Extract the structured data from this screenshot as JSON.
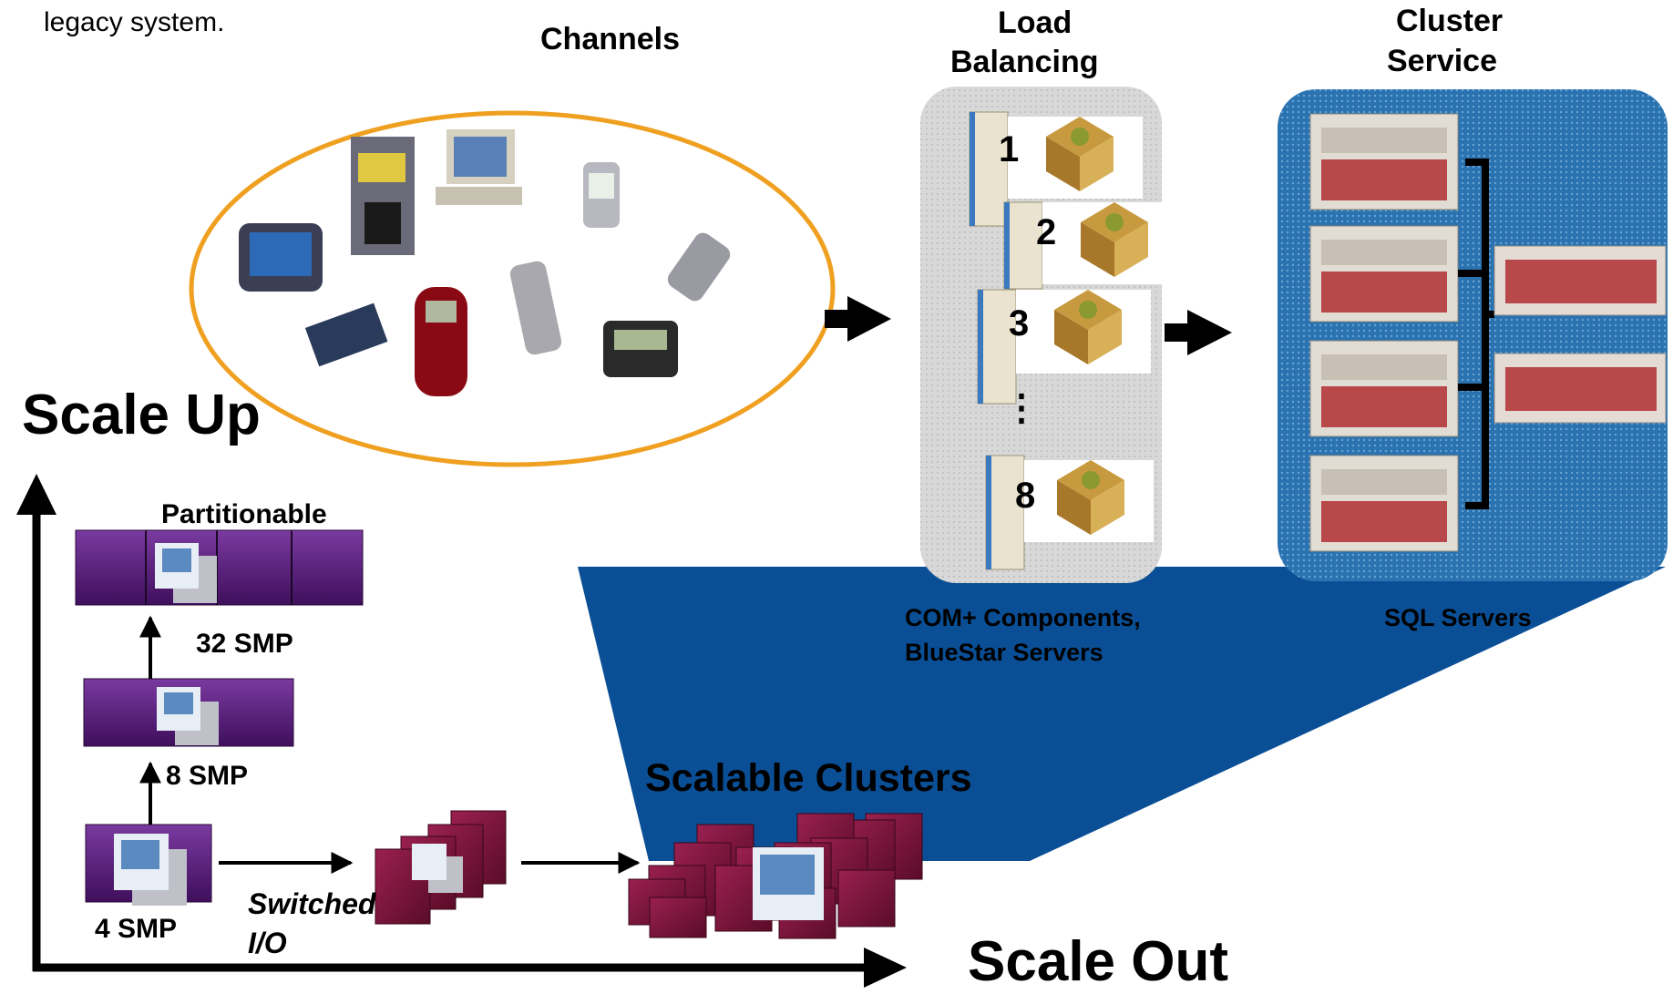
{
  "intro_fragment": "legacy system.",
  "sections": {
    "channels": "Channels",
    "load_balancing_line1": "Load",
    "load_balancing_line2": "Balancing",
    "cluster_service_line1": "Cluster",
    "cluster_service_line2": "Service"
  },
  "load_balancer_nodes": [
    "1",
    "2",
    "3",
    "8"
  ],
  "ellipsis": "⋮",
  "captions": {
    "com_line1": "COM+ Components,",
    "com_line2": "BlueStar Servers",
    "sql": "SQL Servers"
  },
  "axes": {
    "scale_up": "Scale Up",
    "scale_out": "Scale Out"
  },
  "scaling": {
    "partitionable": "Partitionable",
    "smp32": "32 SMP",
    "smp8": "8 SMP",
    "smp4": "4 SMP",
    "switched_line1": "Switched",
    "switched_line2": "I/O",
    "scalable_clusters": "Scalable Clusters"
  },
  "colors": {
    "channel_ring": "#f0a020",
    "blue_wedge": "#0a4f96",
    "purple_box": "#5a1a78",
    "maroon_box": "#7a1438",
    "lb_panel": "#d6d6d6",
    "cluster_panel": "#1f6aa8"
  }
}
